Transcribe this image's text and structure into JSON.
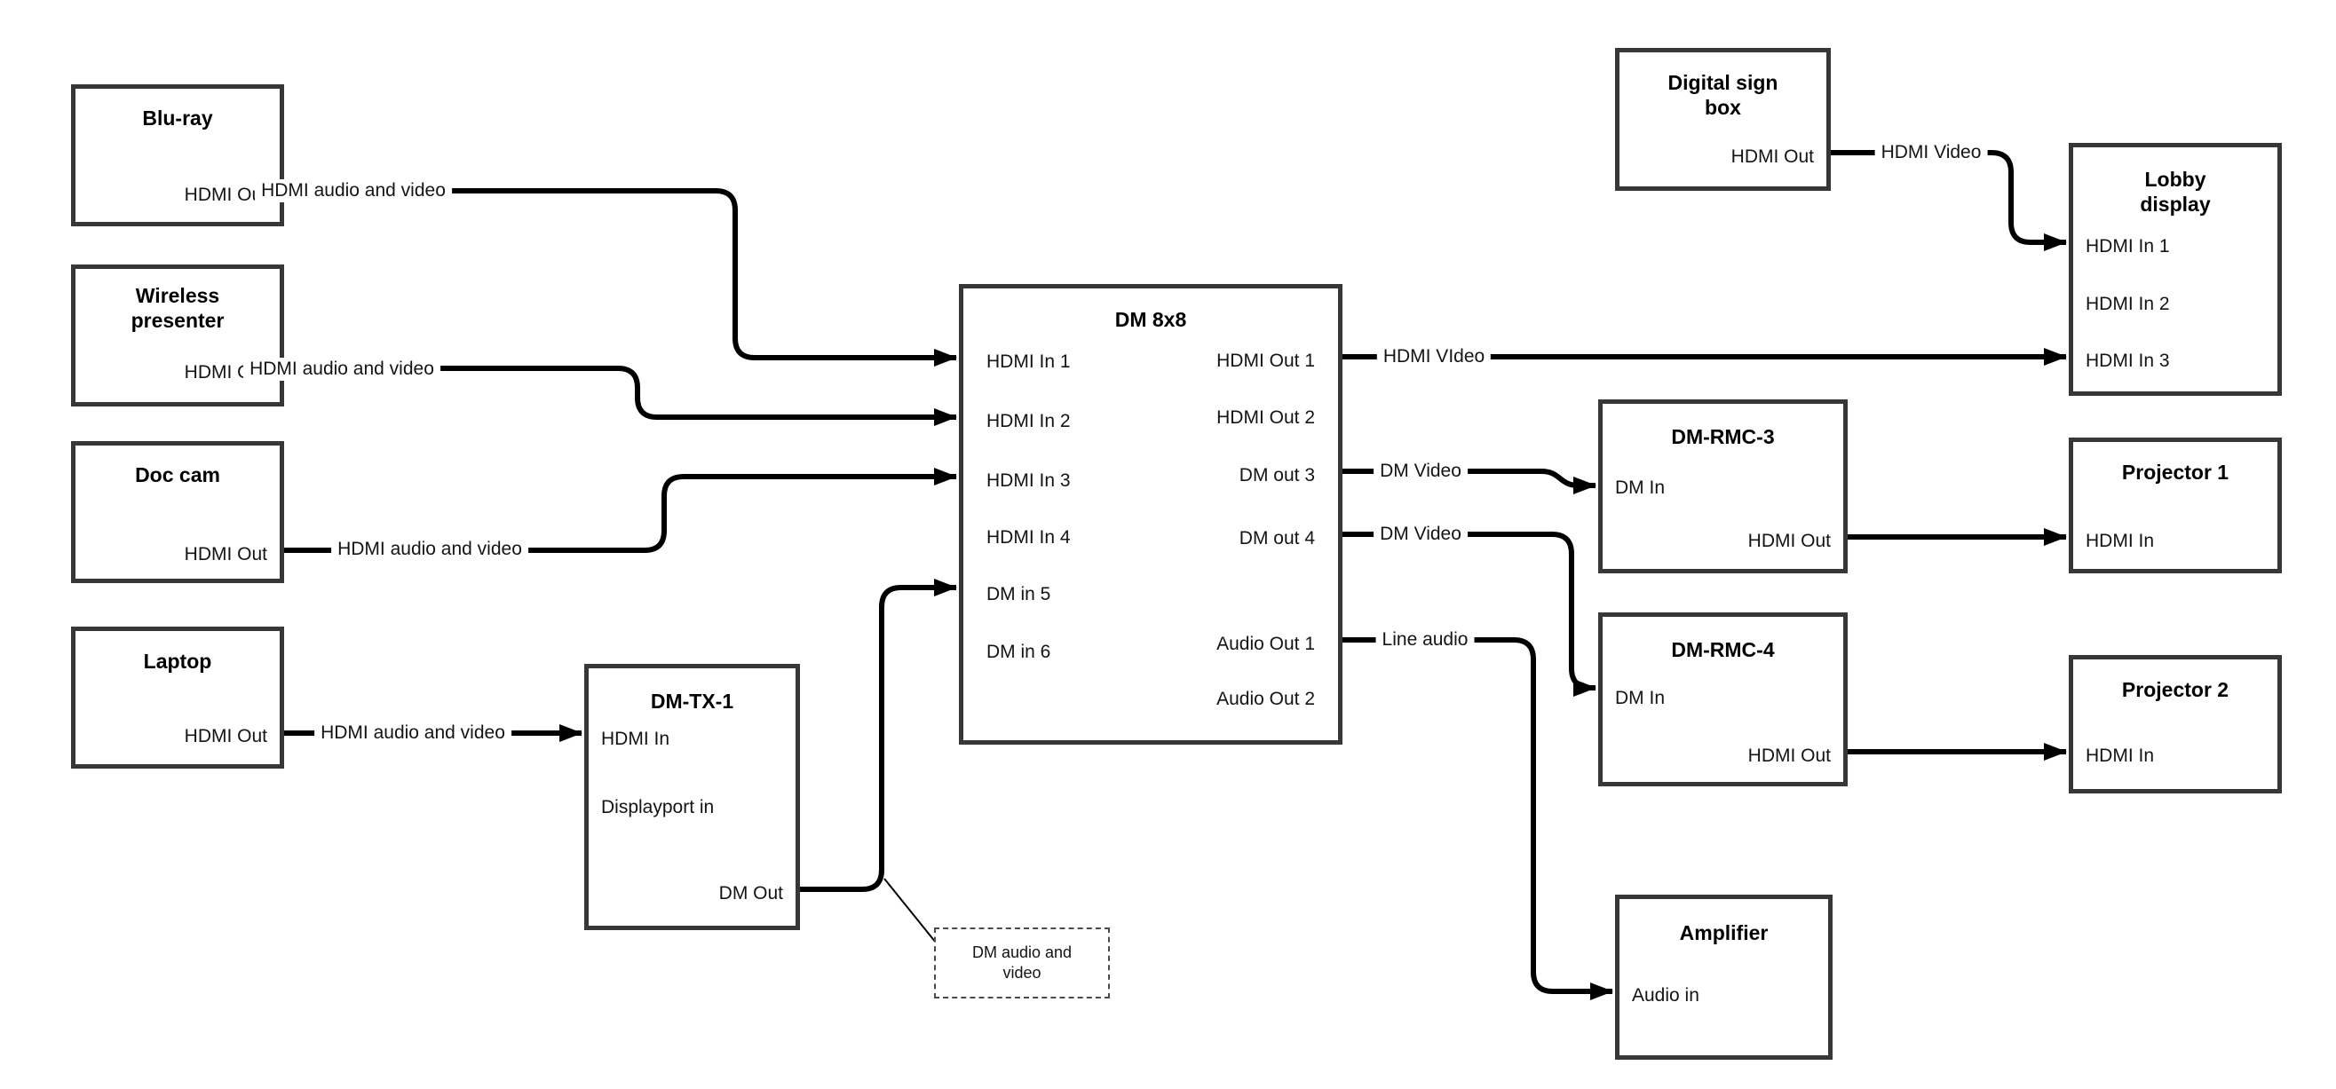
{
  "nodes": {
    "bluray": {
      "title": "Blu-ray",
      "ports": {
        "hdmi_out": "HDMI Out"
      }
    },
    "wireless": {
      "title": "Wireless\npresenter",
      "ports": {
        "hdmi_out": "HDMI Out"
      }
    },
    "doccam": {
      "title": "Doc cam",
      "ports": {
        "hdmi_out": "HDMI Out"
      }
    },
    "laptop": {
      "title": "Laptop",
      "ports": {
        "hdmi_out": "HDMI Out"
      }
    },
    "dmtx1": {
      "title": "DM-TX-1",
      "ports": {
        "hdmi_in": "HDMI In",
        "dp_in": "Displayport in",
        "dm_out": "DM Out"
      }
    },
    "dm8x8": {
      "title": "DM 8x8",
      "ports": {
        "hdmi_in1": "HDMI In 1",
        "hdmi_in2": "HDMI In 2",
        "hdmi_in3": "HDMI In 3",
        "hdmi_in4": "HDMI In 4",
        "dm_in5": "DM in 5",
        "dm_in6": "DM in 6",
        "hdmi_out1": "HDMI Out 1",
        "hdmi_out2": "HDMI Out 2",
        "dm_out3": "DM out 3",
        "dm_out4": "DM out 4",
        "audio_out1": "Audio Out 1",
        "audio_out2": "Audio Out 2"
      }
    },
    "digisign": {
      "title": "Digital sign\nbox",
      "ports": {
        "hdmi_out": "HDMI Out"
      }
    },
    "lobby": {
      "title": "Lobby\ndisplay",
      "ports": {
        "hdmi_in1": "HDMI In 1",
        "hdmi_in2": "HDMI In 2",
        "hdmi_in3": "HDMI In 3"
      }
    },
    "dmrmc3": {
      "title": "DM-RMC-3",
      "ports": {
        "dm_in": "DM In",
        "hdmi_out": "HDMI Out"
      }
    },
    "proj1": {
      "title": "Projector 1",
      "ports": {
        "hdmi_in": "HDMI In"
      }
    },
    "dmrmc4": {
      "title": "DM-RMC-4",
      "ports": {
        "dm_in": "DM In",
        "hdmi_out": "HDMI Out"
      }
    },
    "proj2": {
      "title": "Projector 2",
      "ports": {
        "hdmi_in": "HDMI In"
      }
    },
    "amp": {
      "title": "Amplifier",
      "ports": {
        "audio_in": "Audio in"
      }
    }
  },
  "connections": [
    {
      "from": "Blu-ray HDMI Out",
      "to": "DM 8x8 HDMI In 1",
      "label": "HDMI audio and video"
    },
    {
      "from": "Wireless presenter HDMI Out",
      "to": "DM 8x8 HDMI In 2",
      "label": "HDMI audio and video"
    },
    {
      "from": "Doc cam HDMI Out",
      "to": "DM 8x8 HDMI In 3",
      "label": "HDMI audio and video"
    },
    {
      "from": "Laptop HDMI Out",
      "to": "DM-TX-1 HDMI In",
      "label": "HDMI audio and video"
    },
    {
      "from": "DM-TX-1 DM Out",
      "to": "DM 8x8 DM in 5",
      "label": ""
    },
    {
      "from": "DM 8x8 HDMI Out 1",
      "to": "Lobby display HDMI In 3",
      "label": "HDMI VIdeo"
    },
    {
      "from": "DM 8x8 DM out 3",
      "to": "DM-RMC-3 DM In",
      "label": "DM Video"
    },
    {
      "from": "DM 8x8 DM out 4",
      "to": "DM-RMC-4 DM In",
      "label": "DM Video"
    },
    {
      "from": "DM 8x8 Audio Out 1",
      "to": "Amplifier Audio in",
      "label": "Line audio"
    },
    {
      "from": "Digital sign box HDMI Out",
      "to": "Lobby display HDMI In 1",
      "label": "HDMI Video"
    },
    {
      "from": "DM-RMC-3 HDMI Out",
      "to": "Projector 1 HDMI In",
      "label": ""
    },
    {
      "from": "DM-RMC-4 HDMI Out",
      "to": "Projector 2 HDMI In",
      "label": ""
    }
  ],
  "annotation": {
    "text": "DM audio and\nvideo"
  },
  "colors": {
    "background": "#ffffff",
    "box_border": "#373737",
    "wire": "#000000",
    "text": "#141414"
  }
}
